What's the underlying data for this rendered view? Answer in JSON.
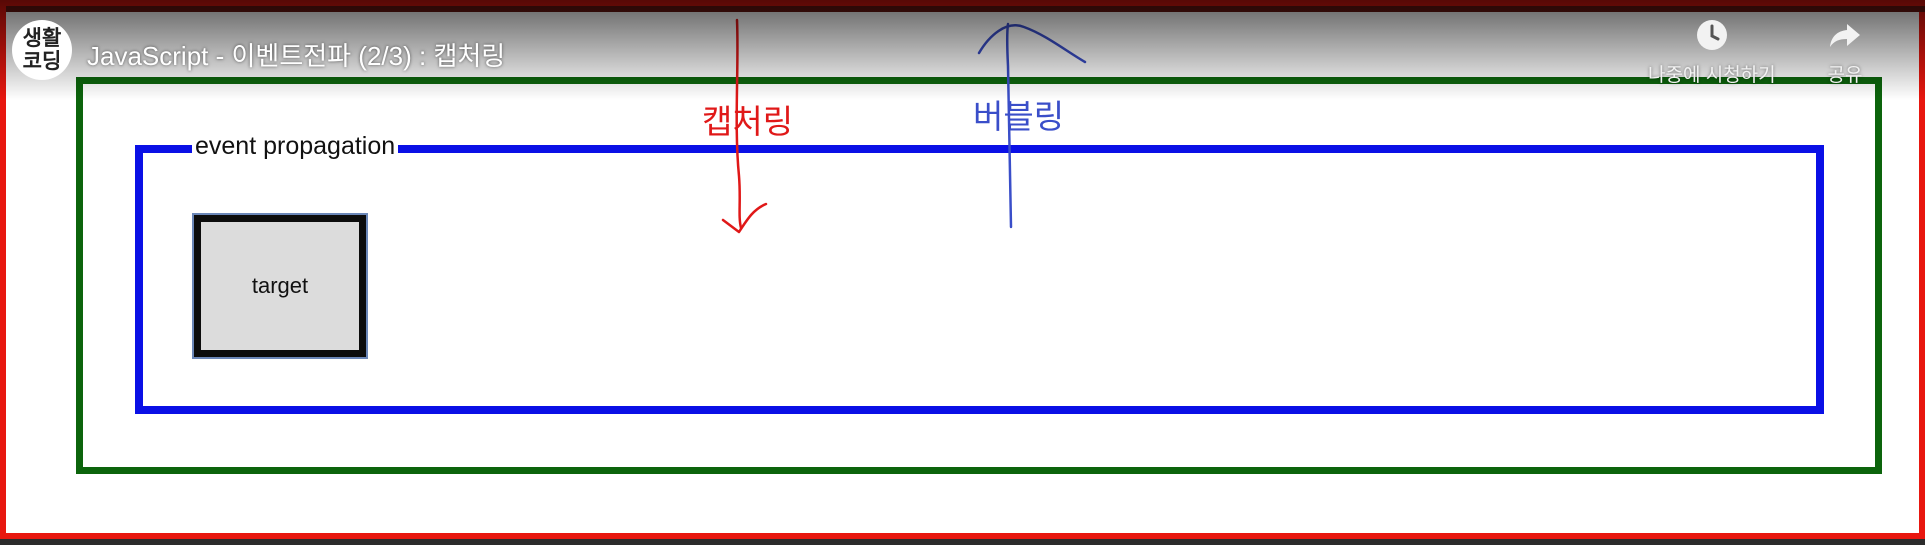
{
  "player": {
    "title": "JavaScript - 이벤트전파 (2/3) : 캡처링",
    "channel_avatar": {
      "line1": "생활",
      "line2": "코딩"
    },
    "controls": [
      {
        "icon": "clock-icon",
        "label": "나중에 시청하기"
      },
      {
        "icon": "share-icon",
        "label": "공유"
      }
    ]
  },
  "slide": {
    "fieldset_legend": "event propagation",
    "target_label": "target"
  },
  "annotations": {
    "capturing_label": "캡처링",
    "bubbling_label": "버블링",
    "capturing_color": "#e01818",
    "bubbling_color": "#3a4ec9"
  },
  "colors": {
    "outer_border": "#e8170f",
    "green_box": "#0c640c",
    "blue_box": "#0a10e6"
  }
}
